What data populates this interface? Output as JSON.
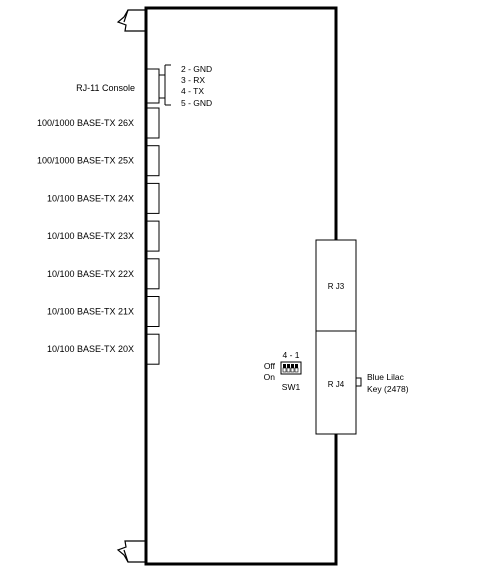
{
  "console": {
    "label": "RJ-11  Console",
    "pins": [
      "2 - GND",
      "3 - RX",
      "4 - TX",
      "5 - GND"
    ]
  },
  "ports": [
    {
      "label": "100/1000  BASE-TX 26X"
    },
    {
      "label": "100/1000  BASE-TX 25X"
    },
    {
      "label": "10/100  BASE-TX 24X"
    },
    {
      "label": "10/100  BASE-TX 23X"
    },
    {
      "label": "10/100  BASE-TX 22X"
    },
    {
      "label": "10/100  BASE-TX 21X"
    },
    {
      "label": "10/100  BASE-TX 20X"
    }
  ],
  "rj3": {
    "label": "R J3"
  },
  "rj4": {
    "label": "R J4"
  },
  "switch": {
    "range": "4 - 1",
    "off": "Off",
    "on": "On",
    "name": "SW1"
  },
  "key": {
    "line1": "Blue  Lilac",
    "line2": "Key  (2478)"
  }
}
